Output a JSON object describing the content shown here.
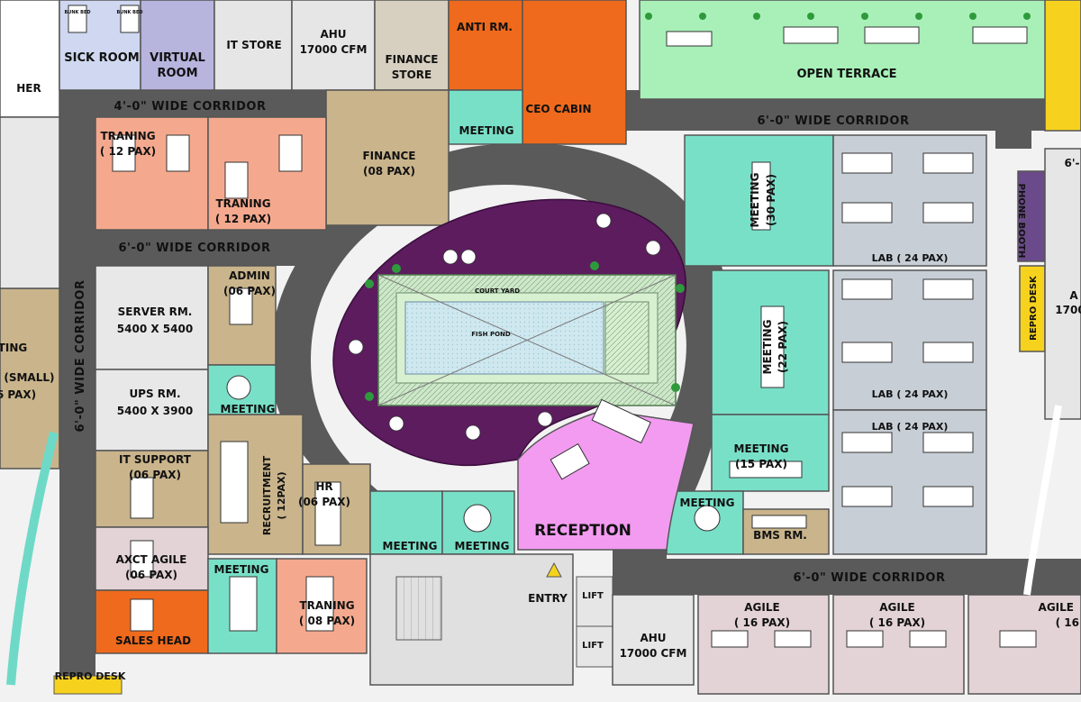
{
  "rooms": {
    "sick_room": "SICK ROOM",
    "her": "HER",
    "bunk_bed": "BUNK BED",
    "virtual_room": [
      "VIRTUAL",
      "ROOM"
    ],
    "it_store": "IT STORE",
    "ahu_top": [
      "AHU",
      "17000  CFM"
    ],
    "finance_store": [
      "FINANCE",
      "STORE"
    ],
    "anti_rm": "ANTI RM.",
    "ceo_cabin": "CEO CABIN",
    "open_terrace": "OPEN TERRACE",
    "meeting_small": "MEETING",
    "traning_12_a": [
      "TRANING",
      "( 12 PAX)"
    ],
    "traning_12_b": [
      "TRANING",
      "( 12 PAX)"
    ],
    "finance_08": [
      "FINANCE",
      "(08 PAX)"
    ],
    "meeting_30": [
      "MEETING",
      "(30 PAX)"
    ],
    "meeting_22": [
      "MEETING",
      "(22 PAX)"
    ],
    "lab_1": "LAB ( 24 PAX)",
    "lab_2": "LAB ( 24 PAX)",
    "lab_3": "LAB ( 24 PAX)",
    "phone_booth": "PHONE BOOTH",
    "repro_desk_right": "REPRO DESK",
    "right_cut": "A",
    "right_cut_num": "1700",
    "right_cut_top": "6'-",
    "server_rm": [
      "SERVER RM.",
      "5400 X 5400"
    ],
    "ups_rm": [
      "UPS RM.",
      "5400 X 3900"
    ],
    "admin": [
      "ADMIN",
      "(06 PAX)"
    ],
    "court_yard": "COURT YARD",
    "fish_pond": "FISH POND",
    "meeting_left": "MEETING",
    "it_support": [
      "IT SUPPORT",
      "(06 PAX)"
    ],
    "recruitment": [
      "RECRUITMENT",
      "( 12PAX)"
    ],
    "hr": [
      "HR",
      "(06 PAX)"
    ],
    "meeting_a": "MEETING",
    "meeting_b": "MEETING",
    "reception": "RECEPTION",
    "meeting_15": [
      "MEETING",
      "(15 PAX)"
    ],
    "meeting_c": "MEETING",
    "bms_rm": "BMS RM.",
    "axct_agile": [
      "AXCT AGILE",
      "(06 PAX)"
    ],
    "meeting_d": "MEETING",
    "traning_08": [
      "TRANING",
      "( 08 PAX)"
    ],
    "sales_head": "SALES HEAD",
    "entry": "ENTRY",
    "lift_1": "LIFT",
    "lift_2": "LIFT",
    "ahu_bottom": [
      "AHU",
      "17000  CFM"
    ],
    "agile_1": [
      "AGILE",
      "( 16 PAX)"
    ],
    "agile_2": [
      "AGILE",
      "( 16 PAX)"
    ],
    "agile_3_cut": [
      "AGILE",
      "( 16"
    ],
    "repro_desk_bottom": "REPRO DESK",
    "left_cut_1": "TING",
    "left_cut_2": "S (SMALL)",
    "left_cut_3": "6 PAX)"
  },
  "corridors": {
    "c_4ft": "4'-0\" WIDE CORRIDOR",
    "c_6ft_left_horizontal": "6'-0\" WIDE CORRIDOR",
    "c_6ft_left_vertical": "6'-0\" WIDE CORRIDOR",
    "c_6ft_top_right": "6'-0\" WIDE CORRIDOR",
    "c_6ft_bottom_right": "6'-0\" WIDE CORRIDOR"
  },
  "colors": {
    "corridor": "#5a5a5a",
    "courtyard_purple": "#5c1c5e",
    "reception_pink": "#f29bf0",
    "teal": "#79e0c8",
    "salmon": "#f4a98e",
    "tan": "#c9b48c",
    "orange": "#ef6a1c",
    "terrace": "#a8f0b8",
    "lab_grey": "#c7ced6",
    "lilac": "#b7b4de",
    "yellow": "#f6d21e",
    "agile_pink": "#e3d3d6"
  }
}
